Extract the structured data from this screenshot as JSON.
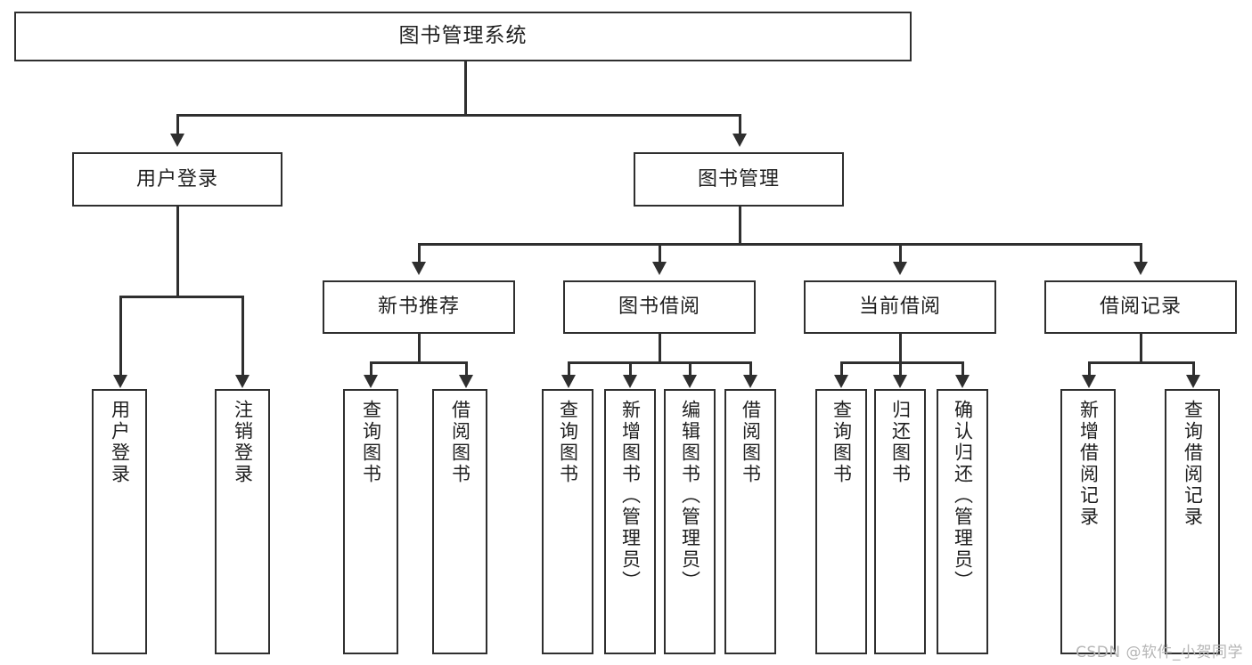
{
  "diagram": {
    "type": "tree",
    "title": "图书管理系统",
    "root": {
      "id": "root",
      "label": "图书管理系统"
    },
    "level1": [
      {
        "id": "user-login",
        "label": "用户登录"
      },
      {
        "id": "book-manage",
        "label": "图书管理"
      }
    ],
    "level2": [
      {
        "id": "new-book-rec",
        "label": "新书推荐",
        "parent": "book-manage"
      },
      {
        "id": "book-borrow",
        "label": "图书借阅",
        "parent": "book-manage"
      },
      {
        "id": "current-borrow",
        "label": "当前借阅",
        "parent": "book-manage"
      },
      {
        "id": "borrow-record",
        "label": "借阅记录",
        "parent": "book-manage"
      }
    ],
    "leaves": {
      "user_login": [
        {
          "id": "leaf-user-login",
          "label": "用户登录"
        },
        {
          "id": "leaf-logout",
          "label": "注销登录"
        }
      ],
      "new_book_rec": [
        {
          "id": "leaf-query-book-1",
          "label": "查询图书"
        },
        {
          "id": "leaf-borrow-book-1",
          "label": "借阅图书"
        }
      ],
      "book_borrow": [
        {
          "id": "leaf-query-book-2",
          "label": "查询图书"
        },
        {
          "id": "leaf-add-book",
          "label": "新增图书（管理员）"
        },
        {
          "id": "leaf-edit-book",
          "label": "编辑图书（管理员）"
        },
        {
          "id": "leaf-borrow-book-2",
          "label": "借阅图书"
        }
      ],
      "current_borrow": [
        {
          "id": "leaf-query-book-3",
          "label": "查询图书"
        },
        {
          "id": "leaf-return-book",
          "label": "归还图书"
        },
        {
          "id": "leaf-confirm-return",
          "label": "确认归还（管理员）"
        }
      ],
      "borrow_record": [
        {
          "id": "leaf-add-record",
          "label": "新增借阅记录"
        },
        {
          "id": "leaf-query-record",
          "label": "查询借阅记录"
        }
      ]
    }
  },
  "watermark": {
    "text": "CSDN @软件_小贺同学"
  },
  "colors": {
    "stroke": "#2f2f2f",
    "fill": "#ffffff",
    "text": "#1f1f1f",
    "watermark": "#b6b6b6"
  }
}
